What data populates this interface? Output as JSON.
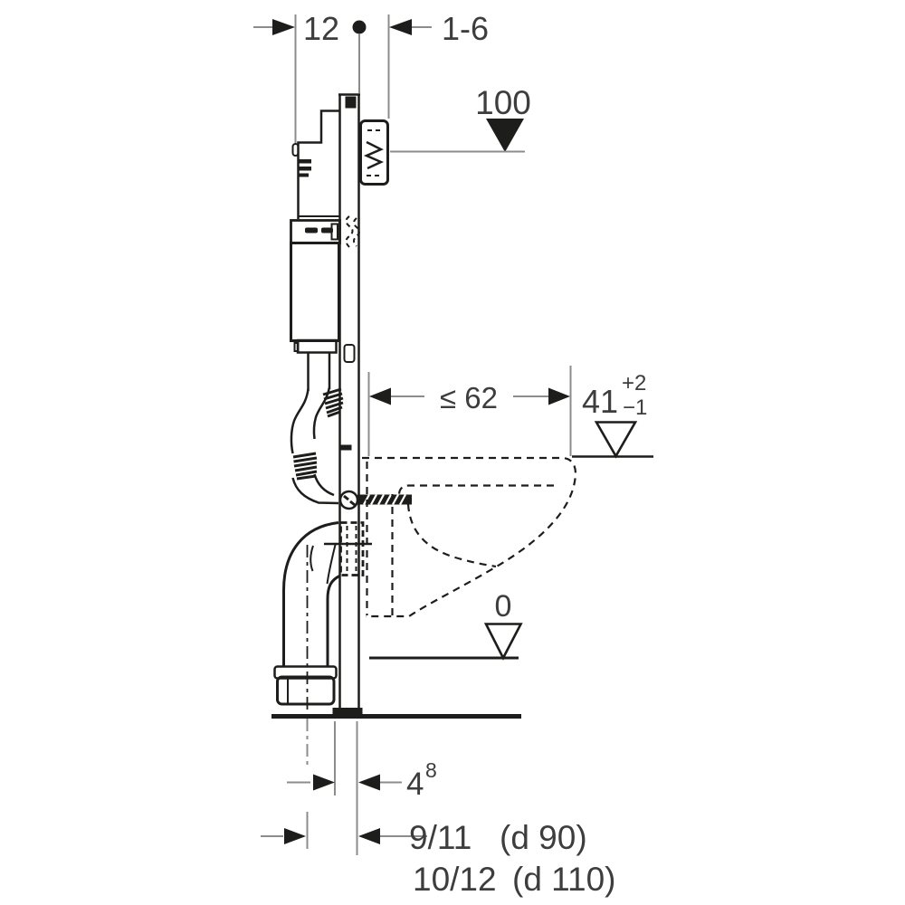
{
  "drawing": {
    "labels": {
      "dim_top_left": "12",
      "dim_top_right": "1-6",
      "level_top": "100",
      "dim_depth": "≤ 62",
      "dim_bowl_height": "41",
      "dim_bowl_height_plus": "+2",
      "dim_bowl_height_minus": "−1",
      "level_floor": "0",
      "dim_outlet_offset": "4",
      "dim_outlet_offset_sup": "8",
      "dim_outlet_row1_value": "9/11",
      "dim_outlet_row1_diameter": "(d 90)",
      "dim_outlet_row2_value": "10/12",
      "dim_outlet_row2_diameter": "(d 110)"
    }
  },
  "colors": {
    "background": "#ffffff",
    "line": "#1d1d1b",
    "dimension": "#8c8c8c",
    "text": "#3d3d3d"
  }
}
